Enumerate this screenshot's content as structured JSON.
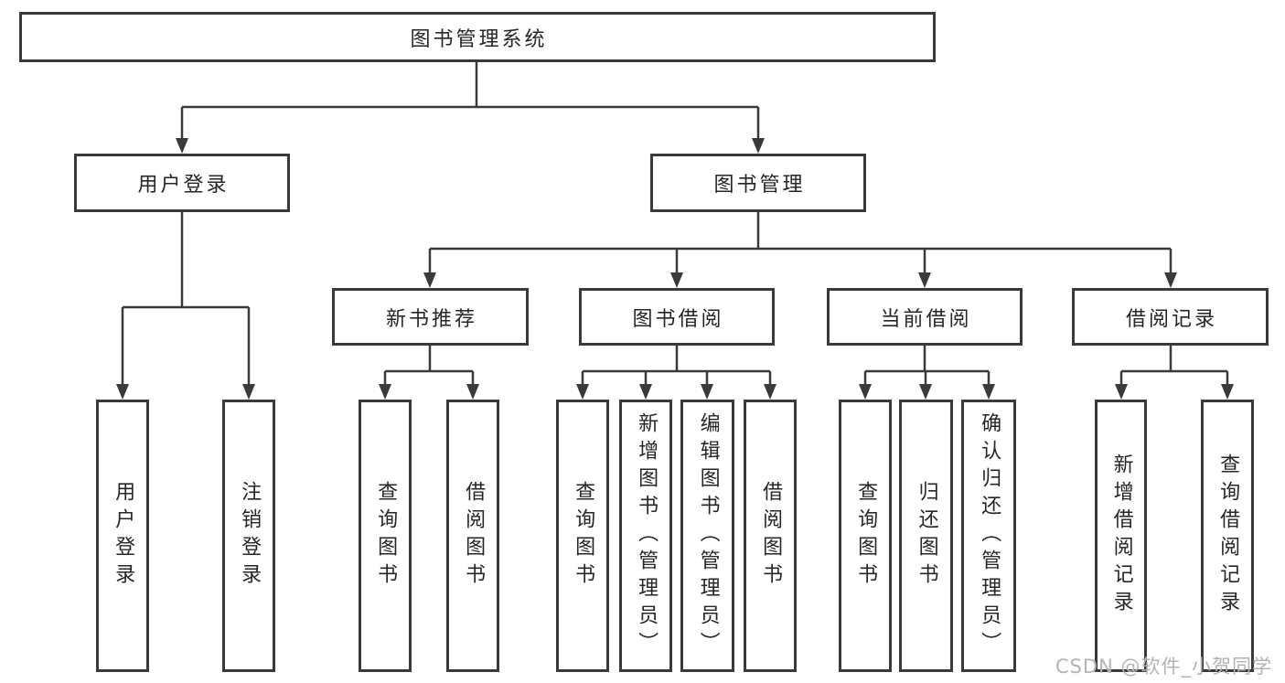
{
  "diagram": {
    "title": "图书管理系统",
    "branches": [
      {
        "label": "用户登录",
        "children": [
          {
            "label": "用户登录"
          },
          {
            "label": "注销登录"
          }
        ]
      },
      {
        "label": "图书管理",
        "children": [
          {
            "label": "新书推荐",
            "children": [
              {
                "label": "查询图书"
              },
              {
                "label": "借阅图书"
              }
            ]
          },
          {
            "label": "图书借阅",
            "children": [
              {
                "label": "查询图书"
              },
              {
                "label": "新增图书（管理员）"
              },
              {
                "label": "编辑图书（管理员）"
              },
              {
                "label": "借阅图书"
              }
            ]
          },
          {
            "label": "当前借阅",
            "children": [
              {
                "label": "查询图书"
              },
              {
                "label": "归还图书"
              },
              {
                "label": "确认归还（管理员）"
              }
            ]
          },
          {
            "label": "借阅记录",
            "children": [
              {
                "label": "新增借阅记录"
              },
              {
                "label": "查询借阅记录"
              }
            ]
          }
        ]
      }
    ]
  },
  "watermark": {
    "text": "CSDN @软件_小贺同学"
  },
  "colors": {
    "line": "#3a3a3a",
    "box_border": "#3a3a3a",
    "text": "#262626",
    "watermark": "#b3b3b3",
    "background": "#ffffff"
  }
}
